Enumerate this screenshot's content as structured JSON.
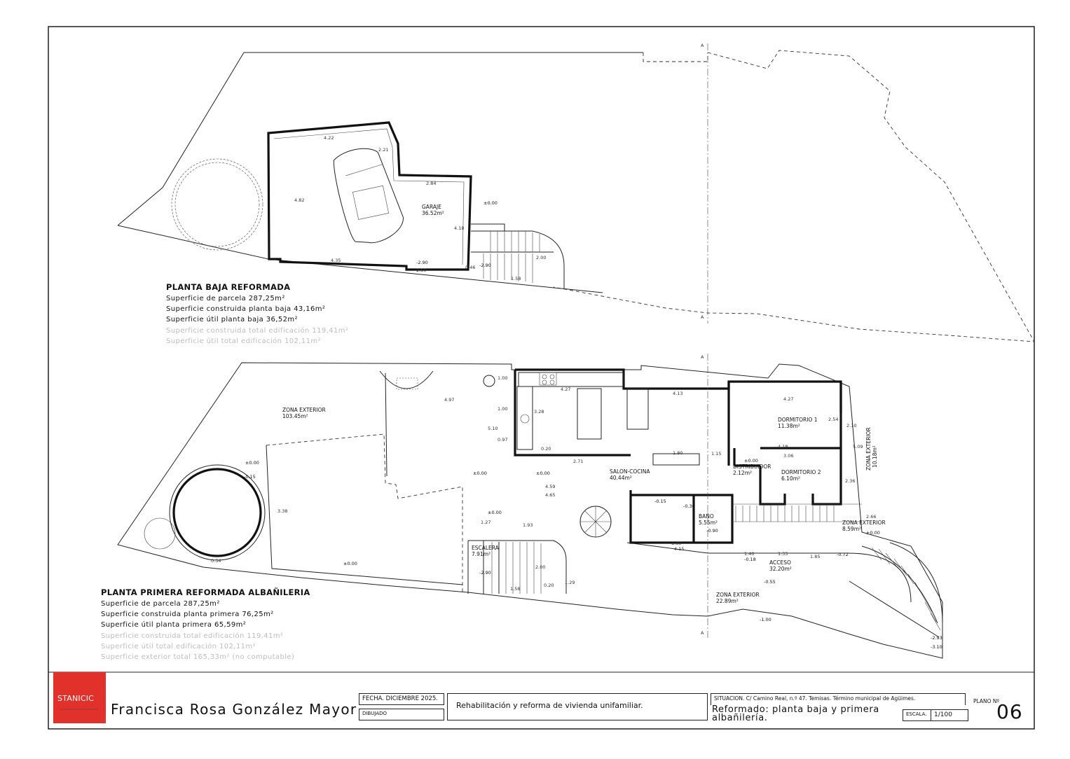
{
  "ground_floor": {
    "title": "PLANTA BAJA REFORMADA",
    "areas": [
      "Superficie de parcela 287,25m²",
      "Superficie construida planta baja 43,16m²",
      "Superficie útil planta baja 36,52m²",
      "Superficie construida total edificación 119,41m²",
      "Superficie útil total edificación 102,11m²"
    ],
    "rooms": [
      {
        "name": "GARAJE",
        "area": "36.52m²"
      }
    ],
    "levels": [
      "±0.00",
      "-2.90",
      "-2.90"
    ],
    "dimensions": [
      "4.22",
      "2.21",
      "2.84",
      "4.82",
      "4.18",
      "4.35",
      "2.50",
      "0.46",
      "2.00",
      "1.58"
    ],
    "section_marker": "A"
  },
  "first_floor": {
    "title": "PLANTA PRIMERA REFORMADA ALBAÑILERIA",
    "areas": [
      "Superficie de parcela 287,25m²",
      "Superficie construida planta primera 76,25m²",
      "Superficie útil planta primera 65,59m²",
      "Superficie construida total edificación 119,41m²",
      "Superficie útil total edificación 102,11m²",
      "Superficie exterior total 165,33m² (no computable)"
    ],
    "rooms": [
      {
        "name": "ZONA EXTERIOR",
        "area": "103.45m²"
      },
      {
        "name": "SALON-COCINA",
        "area": "40.44m²"
      },
      {
        "name": "DORMITORIO 1",
        "area": "11.38m²"
      },
      {
        "name": "DORMITORIO 2",
        "area": "6.10m²"
      },
      {
        "name": "DISTRIBUIDOR",
        "area": "2.12m²"
      },
      {
        "name": "BAÑO",
        "area": "5.55m²"
      },
      {
        "name": "ESCALERA",
        "area": "7.91m²"
      },
      {
        "name": "ZONA EXTERIOR",
        "area": "8.59m²"
      },
      {
        "name": "ZONA EXTERIOR",
        "area": "10.18m²"
      },
      {
        "name": "ACCESO",
        "area": "32.20m²"
      },
      {
        "name": "ZONA EXTERIOR",
        "area": "22.89m²"
      }
    ],
    "levels": [
      "±0.00",
      "±0.00",
      "-0.15",
      "±0.00",
      "±0.00",
      "±0.00",
      "±0.00",
      "-0.15",
      "-0.30",
      "-0.90",
      "-0.18",
      "-0.55",
      "-0.72",
      "-1.00",
      "-2.90",
      "-2.93",
      "-3.10",
      "±0.00"
    ],
    "dimensions": [
      "4.27",
      "4.13",
      "4.27",
      "4.97",
      "1.00",
      "1.00",
      "3.28",
      "5.10",
      "0.97",
      "0.20",
      "2.71",
      "4.59",
      "4.65",
      "1.80",
      "1.15",
      "3.06",
      "4.18",
      "2.54",
      "2.10",
      "5.09",
      "2.36",
      "1.93",
      "1.27",
      "1.60",
      "4.15",
      "1.40",
      "1.33",
      "1.85",
      "2.00",
      "0.20",
      "1.29",
      "3.38",
      "0.34",
      "2.66",
      "1.58"
    ],
    "section_marker": "A"
  },
  "title_block": {
    "logo_text": "STANICIC",
    "author": "Francisca Rosa González Mayor",
    "date_label": "FECHA. DICIEMBRE 2025.",
    "drawn_label": "DIBUJADO",
    "project": "Rehabilitación y reforma de vivienda unifamiliar.",
    "location": "SITUACION.  C/ Camino Real, n.º 47. Temisas. Término municipal de Agüimes.",
    "subject": "Reformado: planta baja y primera albañilería.",
    "scale_label": "ESCALA.",
    "scale_value": "1/100",
    "plan_label": "PLANO Nº",
    "plan_number": "06"
  },
  "colors": {
    "logo_red": "#e2302a",
    "ink": "#111111",
    "faint_text": "#bdbdbd"
  }
}
